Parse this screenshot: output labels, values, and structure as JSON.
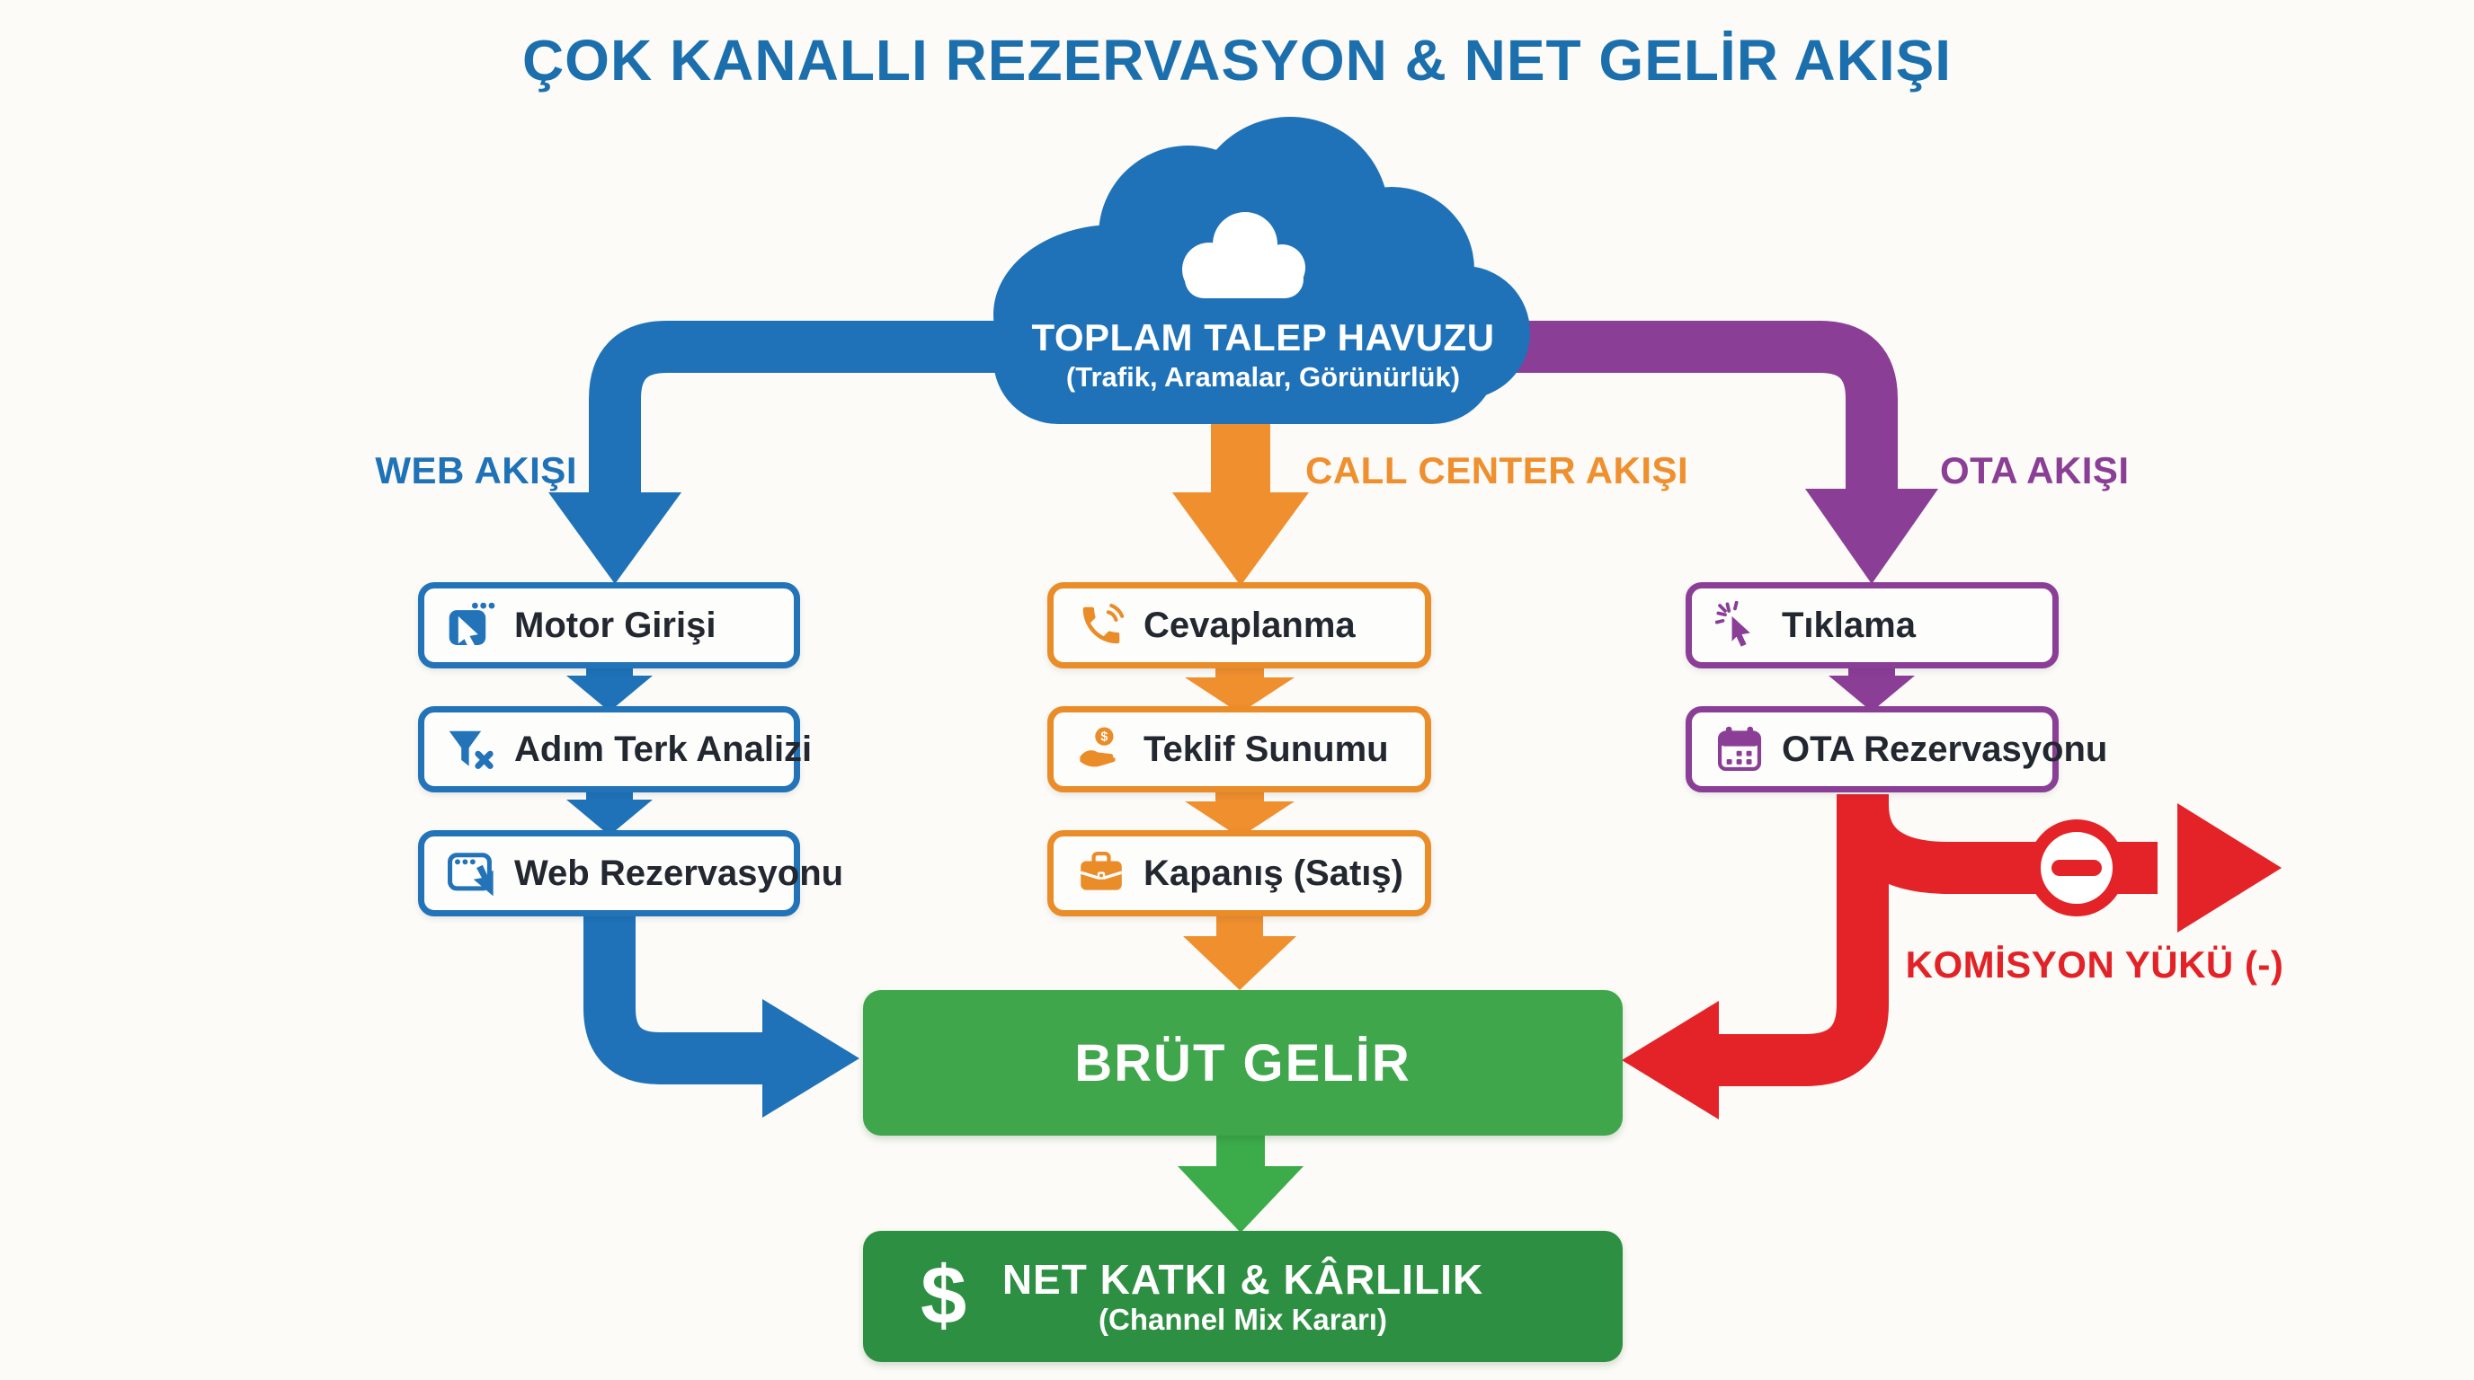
{
  "title": "ÇOK KANALLI REZERVASYON & NET GELİR AKIŞI",
  "colors": {
    "blue": "#1f72b8",
    "orange": "#ef8f2e",
    "purple": "#8b3e96",
    "red": "#e42328",
    "green": "#3fa64b",
    "dark_green": "#2d8f42",
    "title_blue": "#1c6fad",
    "box_text": "#23272f",
    "background": "#fcfbf7"
  },
  "cloud": {
    "icon": "cloud-icon",
    "title": "TOPLAM TALEP HAVUZU",
    "subtitle": "(Trafik, Aramalar, Görünürlük)"
  },
  "branches": [
    {
      "id": "web",
      "label": "WEB AKIŞI",
      "color": "#1f72b8",
      "steps": [
        {
          "label": "Motor Girişi",
          "icon": "browser-cursor-icon"
        },
        {
          "label": "Adım Terk Analizi",
          "icon": "funnel-x-icon"
        },
        {
          "label": "Web Rezervasyonu",
          "icon": "browser-booking-icon"
        }
      ]
    },
    {
      "id": "call-center",
      "label": "CALL CENTER AKIŞI",
      "color": "#ef8f2e",
      "steps": [
        {
          "label": "Cevaplanma",
          "icon": "phone-icon"
        },
        {
          "label": "Teklif Sunumu",
          "icon": "hand-coin-icon"
        },
        {
          "label": "Kapanış (Satış)",
          "icon": "briefcase-icon"
        }
      ]
    },
    {
      "id": "ota",
      "label": "OTA AKIŞI",
      "color": "#8b3e96",
      "steps": [
        {
          "label": "Tıklama",
          "icon": "click-cursor-icon"
        },
        {
          "label": "OTA Rezervasyonu",
          "icon": "calendar-icon"
        }
      ]
    }
  ],
  "commission": {
    "label": "KOMİSYON YÜKÜ (-)",
    "icon": "minus-circle-icon",
    "color": "#e42328"
  },
  "gross": {
    "label": "BRÜT GELİR",
    "color": "#3fa64b"
  },
  "net": {
    "icon": "dollar-icon",
    "label": "NET KATKI & KÂRLILIK",
    "sublabel": "(Channel Mix Kararı)",
    "color": "#2d8f42"
  }
}
